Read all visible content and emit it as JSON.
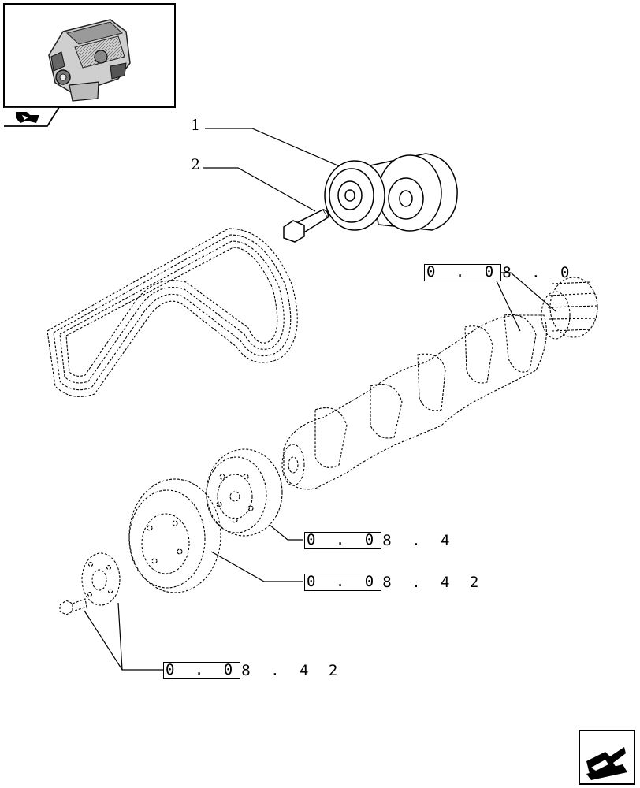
{
  "callouts": [
    {
      "number": "1"
    },
    {
      "number": "2"
    }
  ],
  "references": [
    {
      "boxed": "0 . 0",
      "rest": "8 . 0"
    },
    {
      "boxed": "0 . 0",
      "rest": "8 . 4"
    },
    {
      "boxed": "0 . 0",
      "rest": "8 . 4 2"
    },
    {
      "boxed": "0 . 0",
      "rest": "8 . 4 2"
    }
  ],
  "icons": {
    "thumbnail": "engine-thumbnail-icon",
    "section": "section-tab-icon",
    "navigate": "next-page-arrow-icon"
  }
}
